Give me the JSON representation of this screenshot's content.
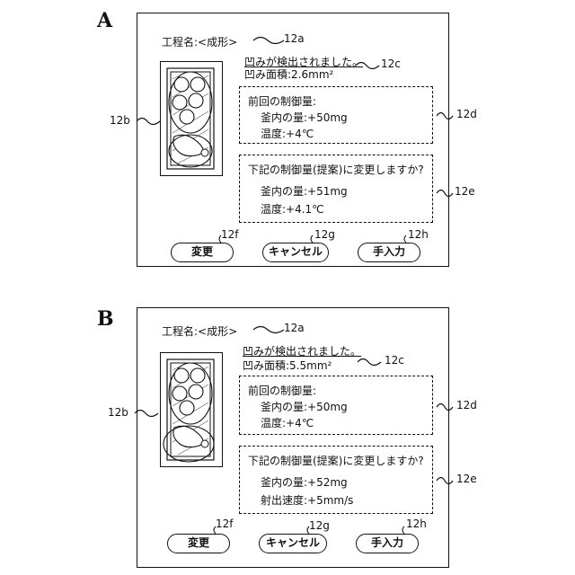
{
  "panels": [
    {
      "label": "A",
      "process_name": "工程名:<成形>",
      "ref_process": "12a",
      "detected_msg": "凹みが検出されました。",
      "dent_area": "凹み面積:2.6mm²",
      "ref_msg": "12c",
      "ref_image": "12b",
      "prev_title": "前回の制御量:",
      "prev_items": [
        "釜内の量:+50mg",
        "温度:+4℃"
      ],
      "ref_prev": "12d",
      "proposal_title": "下記の制御量(提案)に変更しますか?",
      "proposal_items": [
        "釜内の量:+51mg",
        "温度:+4.1℃"
      ],
      "ref_proposal": "12e",
      "buttons": {
        "change": "変更",
        "cancel": "キャンセル",
        "manual": "手入力"
      },
      "ref_buttons": {
        "change": "12f",
        "cancel": "12g",
        "manual": "12h"
      }
    },
    {
      "label": "B",
      "process_name": "工程名:<成形>",
      "ref_process": "12a",
      "detected_msg": "凹みが検出されました。",
      "dent_area": "凹み面積:5.5mm²",
      "ref_msg": "12c",
      "ref_image": "12b",
      "prev_title": "前回の制御量:",
      "prev_items": [
        "釜内の量:+50mg",
        "温度:+4℃"
      ],
      "ref_prev": "12d",
      "proposal_title": "下記の制御量(提案)に変更しますか?",
      "proposal_items": [
        "釜内の量:+52mg",
        "射出速度:+5mm/s"
      ],
      "ref_proposal": "12e",
      "buttons": {
        "change": "変更",
        "cancel": "キャンセル",
        "manual": "手入力"
      },
      "ref_buttons": {
        "change": "12f",
        "cancel": "12g",
        "manual": "12h"
      }
    }
  ]
}
